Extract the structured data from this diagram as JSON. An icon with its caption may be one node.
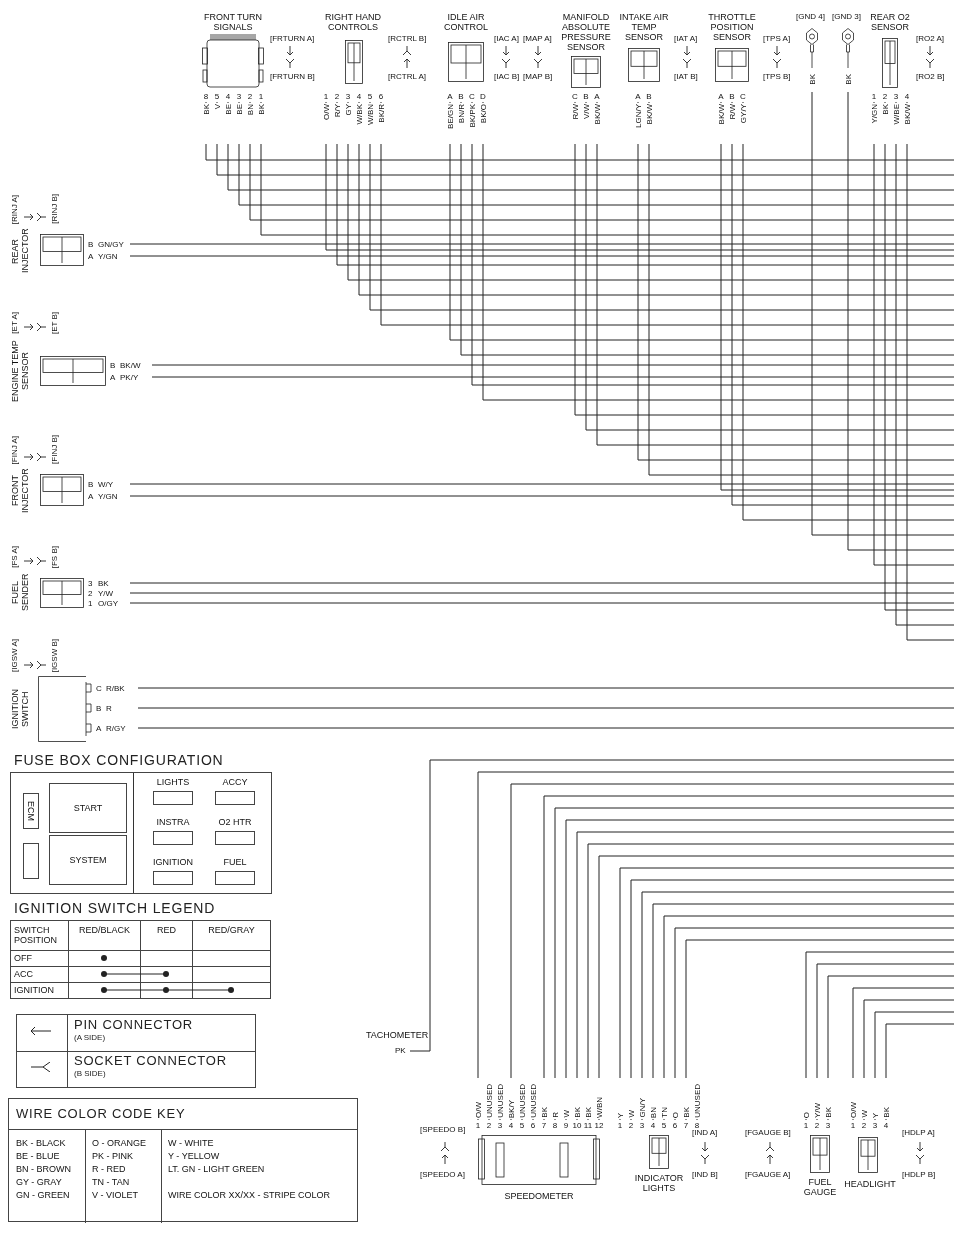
{
  "diagram": {
    "nodes": [
      {
        "text": [
          "FRONT TURN SIGNALS"
        ],
        "beside": [
          "[FRTURN A]",
          "[FRTURN B]",
          "8",
          "5",
          "4",
          "3",
          "2",
          "1",
          "BK",
          "V",
          "BE",
          "BE",
          "BN",
          "BK"
        ]
      },
      {
        "text": [
          "RIGHT HAND CONTROLS"
        ],
        "beside": [
          "[RCTRL B]",
          "[RCTRL A]",
          "1",
          "2",
          "3",
          "4",
          "5",
          "6",
          "O/W",
          "R/Y",
          "GY",
          "W/BK",
          "W/BN",
          "BK/R"
        ]
      },
      {
        "text": [
          "IDLE AIR CONTROL"
        ],
        "beside": [
          "[IAC A]",
          "[IAC B]",
          "A",
          "B",
          "C",
          "D",
          "BE/GN",
          "BN/R",
          "BK/PK",
          "BK/O"
        ]
      },
      {
        "text": [
          "MANIFOLD ABSOLUTE PRESSURE SENSOR"
        ],
        "beside": [
          "[MAP A]",
          "[MAP B]",
          "C",
          "B",
          "A",
          "R/W",
          "V/W",
          "BK/W"
        ]
      },
      {
        "text": [
          "INTAKE AIR TEMP SENSOR"
        ],
        "beside": [
          "[IAT A]",
          "[IAT B]",
          "A",
          "B",
          "LGN/Y",
          "BK/W"
        ]
      },
      {
        "text": [
          "THROTTLE POSITION SENSOR"
        ],
        "beside": [
          "[TPS A]",
          "[TPS B]",
          "A",
          "B",
          "C",
          "BK/W",
          "R/W",
          "GY/Y"
        ]
      },
      {
        "text": [],
        "shape": "circle",
        "beside": [
          "[GND 4]",
          "BK"
        ]
      },
      {
        "text": [],
        "shape": "circle",
        "beside": [
          "[GND 3]",
          "BK"
        ]
      },
      {
        "text": [
          "REAR O2 SENSOR"
        ],
        "beside": [
          "[RO2 A]",
          "[RO2 B]",
          "1",
          "2",
          "3",
          "4",
          "Y/GN",
          "BK",
          "W/BE",
          "BK/W"
        ]
      },
      {
        "text": [
          "REAR INJECTOR"
        ],
        "beside": [
          "[RINJ A]",
          "[RINJ B]",
          "B",
          "A",
          "GN/GY",
          "Y/GN"
        ]
      },
      {
        "text": [
          "ENGINE TEMP SENSOR"
        ],
        "beside": [
          "[ET A]",
          "[ET B]",
          "B",
          "A",
          "BK/W",
          "PK/Y"
        ]
      },
      {
        "text": [
          "FRONT INJECTOR"
        ],
        "beside": [
          "[FINJ A]",
          "[FINJ B]",
          "B",
          "A",
          "W/Y",
          "Y/GN"
        ]
      },
      {
        "text": [
          "FUEL SENDER"
        ],
        "beside": [
          "[FS A]",
          "[FS B]",
          "3",
          "2",
          "1",
          "BK",
          "Y/W",
          "O/GY"
        ]
      },
      {
        "text": [
          "IGNITION SWITCH"
        ],
        "beside": [
          "[IGSW A]",
          "[IGSW B]",
          "C",
          "B",
          "A",
          "R/BK",
          "R",
          "R/GY"
        ]
      },
      {
        "text": [
          "FUSE BOX CONFIGURATION"
        ]
      },
      {
        "text": [
          "ECM"
        ],
        "in": 14
      },
      {
        "text": [],
        "shape": "box",
        "in": 14
      },
      {
        "text": [
          "START"
        ],
        "in": 14
      },
      {
        "text": [
          "SYSTEM"
        ],
        "in": 14
      },
      {
        "text": [
          "LIGHTS"
        ],
        "in": 14
      },
      {
        "text": [
          "ACCY"
        ],
        "in": 14
      },
      {
        "text": [
          "INSTRA"
        ],
        "in": 14
      },
      {
        "text": [
          "O2 HTR"
        ],
        "in": 14
      },
      {
        "text": [
          "IGNITION"
        ],
        "in": 14
      },
      {
        "text": [
          "FUEL"
        ],
        "in": 14
      },
      {
        "text": [
          "TACHOMETER"
        ],
        "beside": [
          "PK"
        ]
      },
      {
        "text": [
          "SPEEDOMETER"
        ],
        "beside": [
          "[SPEEDO B]",
          "[SPEEDO A]",
          "1",
          "2",
          "3",
          "4",
          "5",
          "6",
          "7",
          "8",
          "9",
          "10",
          "11",
          "12",
          "O/W",
          "UNUSED",
          "UNUSED",
          "BK/Y",
          "UNUSED",
          "UNUSED",
          "BK",
          "R",
          "W",
          "BK",
          "BK",
          "W/BN"
        ]
      },
      {
        "text": [
          "INDICATOR LIGHTS"
        ],
        "beside": [
          "[IND A]",
          "[IND B]",
          "1",
          "2",
          "3",
          "4",
          "5",
          "6",
          "7",
          "8",
          "Y",
          "W",
          "GN/Y",
          "BN",
          "TN",
          "O",
          "BK",
          "UNUSED"
        ]
      },
      {
        "text": [
          "FUEL GAUGE"
        ],
        "beside": [
          "[FGAUGE B]",
          "[FGAUGE A]",
          "1",
          "2",
          "3",
          "O",
          "Y/W",
          "BK"
        ]
      },
      {
        "text": [
          "HEADLIGHT"
        ],
        "beside": [
          "[HDLP A]",
          "[HDLP B]",
          "1",
          "2",
          "3",
          "4",
          "O/W",
          "W",
          "Y",
          "BK"
        ]
      }
    ],
    "labels": [
      "IGNITION SWITCH LEGEND",
      "SWITCH POSITION",
      "RED/BLACK",
      "RED",
      "RED/GRAY",
      "OFF",
      "ACC",
      "IGNITION",
      "PIN CONNECTOR",
      "(A SIDE)",
      "SOCKET CONNECTOR",
      "(B SIDE)",
      "WIRE COLOR CODE KEY",
      "BK - BLACK",
      "BE - BLUE",
      "BN - BROWN",
      "GY - GRAY",
      "GN - GREEN",
      "O - ORANGE",
      "PK - PINK",
      "R - RED",
      "TN - TAN",
      "V - VIOLET",
      "W - WHITE",
      "Y - YELLOW",
      "LT. GN - LIGHT GREEN",
      "WIRE COLOR XX/XX - STRIPE COLOR"
    ]
  }
}
